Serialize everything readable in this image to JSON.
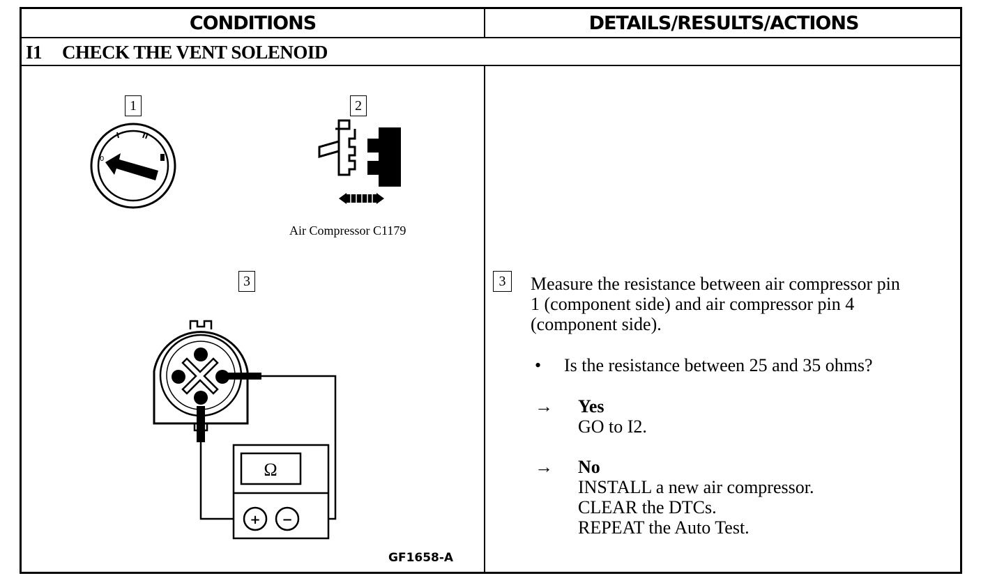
{
  "header": {
    "left": "CONDITIONS",
    "right": "DETAILS/RESULTS/ACTIONS"
  },
  "step": {
    "number": "I1",
    "title": "CHECK THE VENT SOLENOID"
  },
  "figure": {
    "callout_1": "1",
    "callout_2": "2",
    "callout_3": "3",
    "connector_label": "Air Compressor C1179",
    "meter_symbol": "Ω",
    "plus": "+",
    "minus": "−",
    "figure_id": "GF1658-A",
    "icons": [
      "ignition-switch-icon",
      "connector-disconnect-icon",
      "ohmmeter-icon"
    ]
  },
  "details": {
    "callout": "3",
    "instruction_line1": "Measure the resistance between air compressor pin",
    "instruction_line2": "1 (component side) and air compressor pin 4",
    "instruction_line3": "(component side).",
    "bullet": "•",
    "question": "Is the resistance between 25 and 35 ohms?",
    "arrow": "→",
    "yes_label": "Yes",
    "yes_action": "GO to I2.",
    "no_label": "No",
    "no_action_1": "INSTALL a new air compressor.",
    "no_action_2": "CLEAR the DTCs.",
    "no_action_3": "REPEAT the Auto Test."
  }
}
